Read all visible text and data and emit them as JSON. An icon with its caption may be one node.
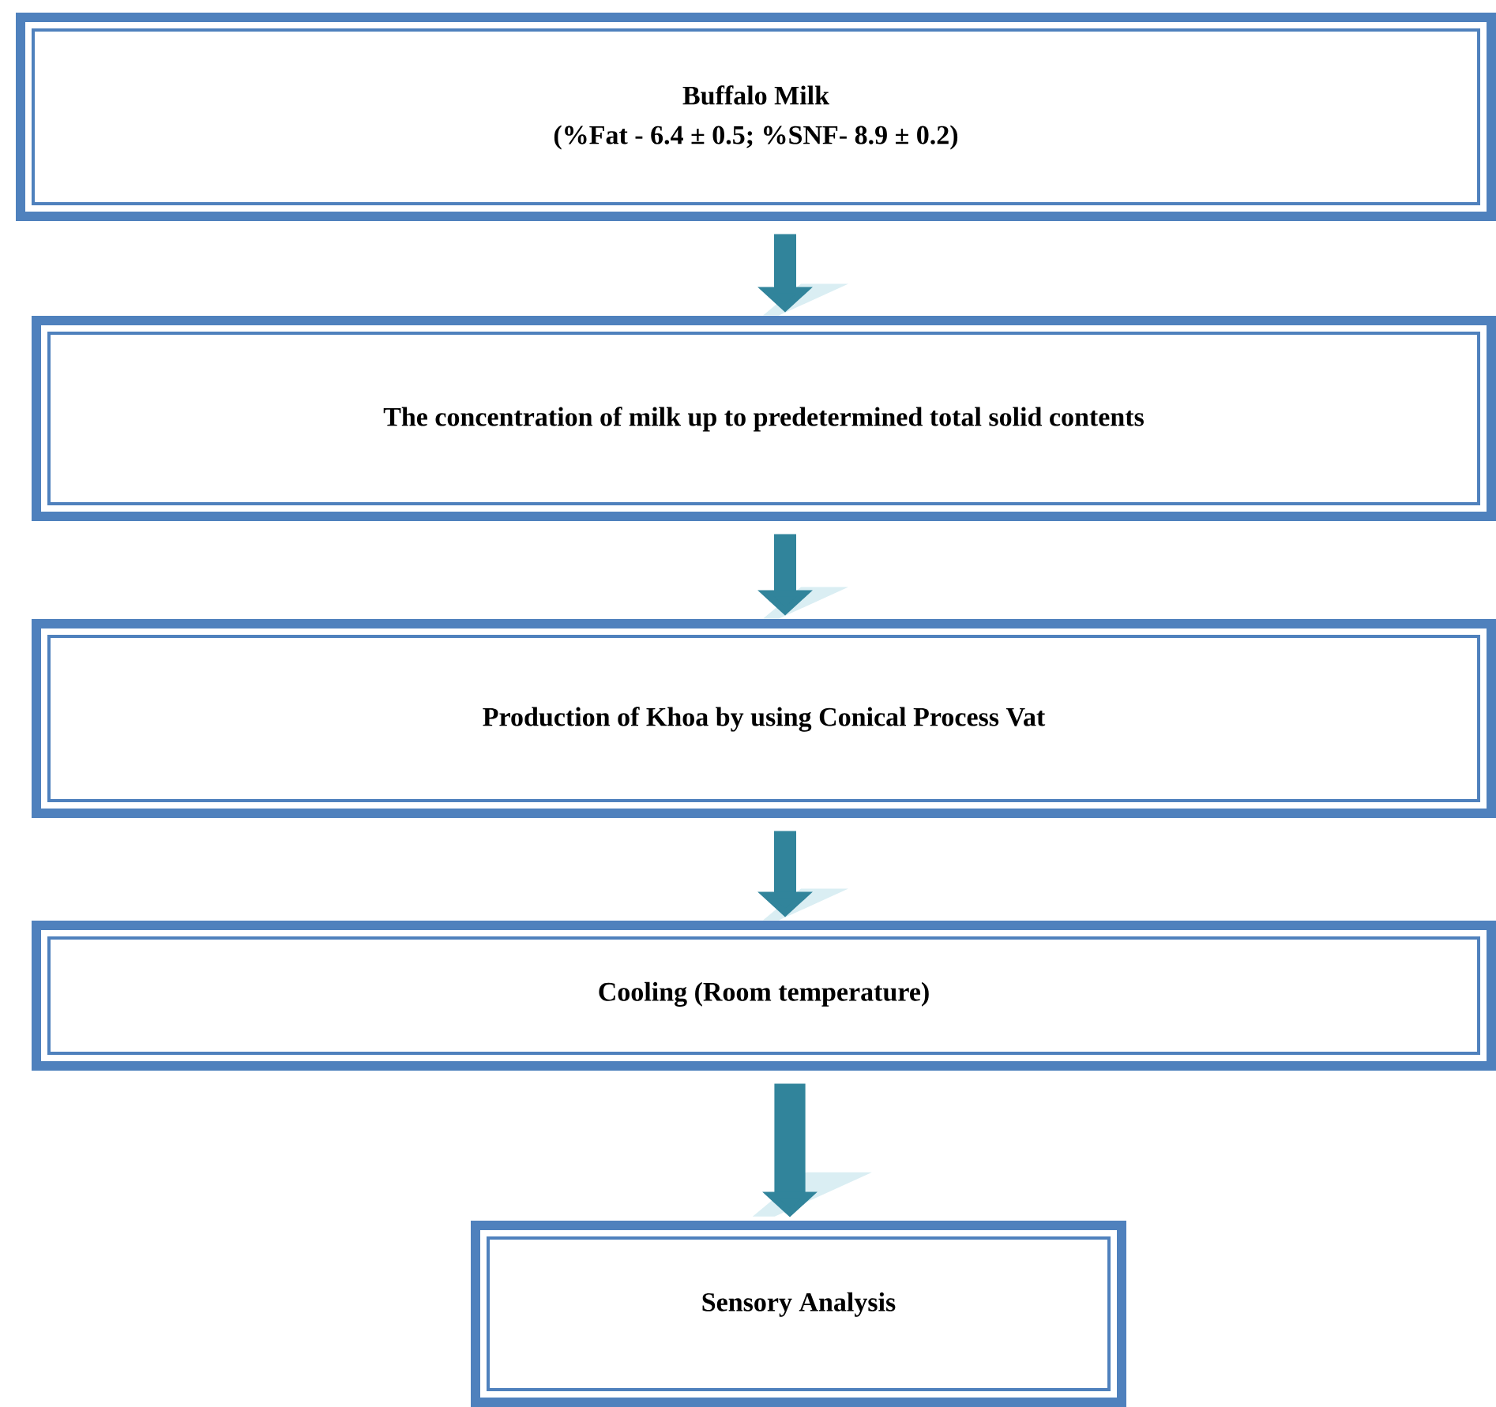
{
  "diagram": {
    "nodes": [
      {
        "text": [
          "Buffalo Milk",
          "(%Fat - 6.4 ± 0.5; %SNF- 8.9 ± 0.2)"
        ]
      },
      {
        "text": [
          "The concentration of milk up to predetermined total solid contents"
        ]
      },
      {
        "text": [
          "Production of Khoa by using Conical Process Vat"
        ]
      },
      {
        "text": [
          "Cooling (Room temperature)"
        ]
      },
      {
        "text": [
          "Sensory Analysis"
        ]
      }
    ],
    "edges": [
      {
        "from": 0,
        "to": 1,
        "arrow": "to"
      },
      {
        "from": 1,
        "to": 2,
        "arrow": "to"
      },
      {
        "from": 2,
        "to": 3,
        "arrow": "to"
      },
      {
        "from": 3,
        "to": 4,
        "arrow": "to"
      }
    ]
  }
}
